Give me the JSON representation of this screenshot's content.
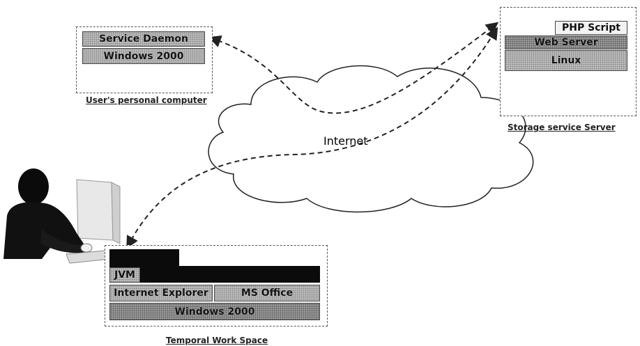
{
  "user_pc": {
    "layers": [
      "Service Daemon",
      "Windows 2000"
    ],
    "caption": "User's personal computer"
  },
  "storage_server": {
    "layers": [
      "PHP Script",
      "Web Server",
      "Linux"
    ],
    "caption": "Storage service Server"
  },
  "cloud": {
    "label": "Internet"
  },
  "workspace": {
    "jvm_label": "JVM",
    "apps": [
      "Internet Explorer",
      "MS Office"
    ],
    "os_label": "Windows 2000",
    "caption": "Temporal Work Space"
  }
}
